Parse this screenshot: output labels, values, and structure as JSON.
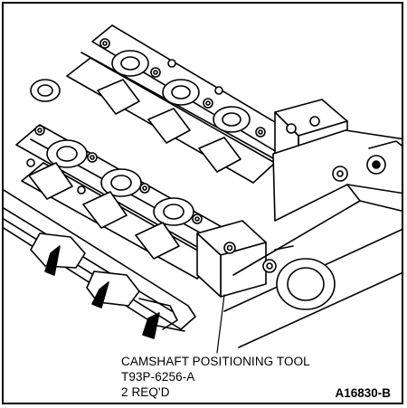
{
  "callout": {
    "line1": "CAMSHAFT POSITIONING TOOL",
    "line2": "T93P-6256-A",
    "line3": "2 REQ'D"
  },
  "figure_id": "A16830-B",
  "colors": {
    "ink": "#000000",
    "paper": "#ffffff"
  }
}
